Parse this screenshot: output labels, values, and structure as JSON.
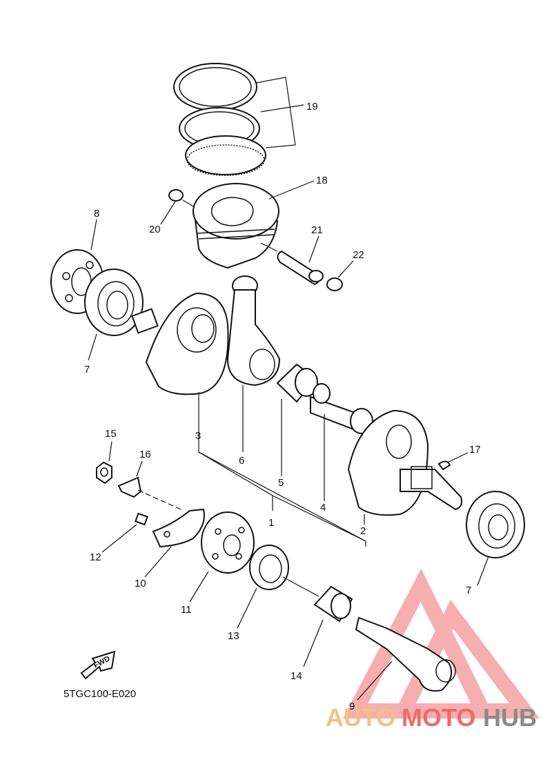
{
  "diagram_code": "5TGC100-E020",
  "fwd_label": "FWD",
  "watermark": {
    "part1": "AUTO",
    "part2": "MOTO",
    "part3": "HUB",
    "color_orange": "#f4c088",
    "color_red": "#f06a6a",
    "color_gray": "#8a8a8a"
  },
  "callouts": [
    "1",
    "2",
    "3",
    "4",
    "5",
    "6",
    "7",
    "7",
    "8",
    "9",
    "10",
    "11",
    "12",
    "13",
    "14",
    "15",
    "16",
    "17",
    "18",
    "19",
    "20",
    "21",
    "22"
  ]
}
